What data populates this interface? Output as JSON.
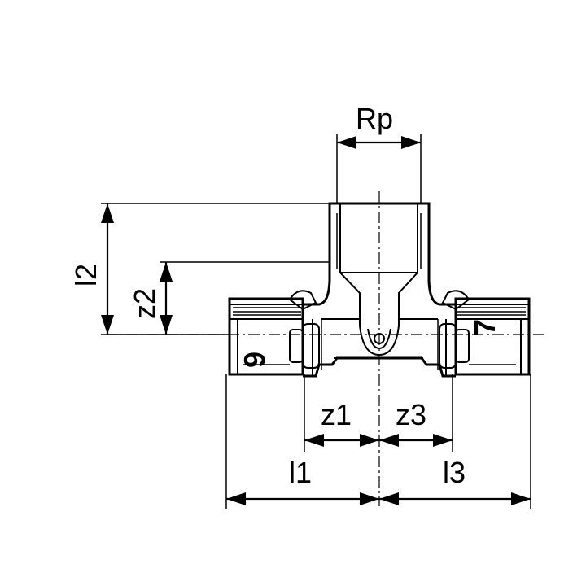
{
  "dimensions": {
    "rp": "Rp",
    "l2": "l2",
    "z2": "z2",
    "z1": "z1",
    "z3": "z3",
    "l1": "l1",
    "l3": "l3"
  },
  "marks": {
    "left_insert": "6",
    "right_insert": "7"
  }
}
